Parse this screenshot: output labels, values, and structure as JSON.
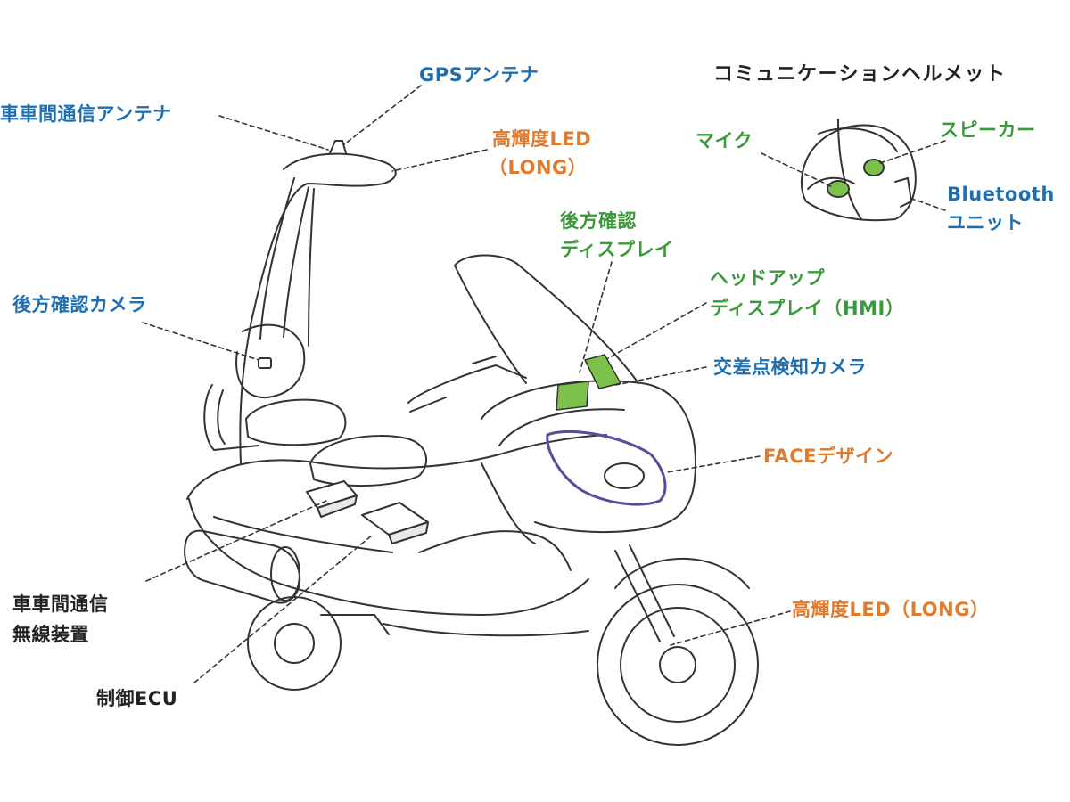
{
  "colors": {
    "blue": "#1f6fb0",
    "orange": "#e07a2c",
    "green": "#3a9a3a",
    "purple": "#5b4a9e",
    "screen_green": "#7cc24a",
    "line": "#333333"
  },
  "helmet": {
    "title": "コミュニケーションヘルメット",
    "mic": "マイク",
    "speaker": "スピーカー",
    "bluetooth_line1": "Bluetooth",
    "bluetooth_line2": "ユニット"
  },
  "labels": {
    "gps": "GPSアンテナ",
    "v2v_antenna": "車車間通信アンテナ",
    "led_top_line1": "高輝度LED",
    "led_top_line2": "（LONG）",
    "rear_display_line1": "後方確認",
    "rear_display_line2": "ディスプレイ",
    "hud_line1": "ヘッドアップ",
    "hud_line2": "ディスプレイ（HMI）",
    "rear_camera": "後方確認カメラ",
    "intersection_camera": "交差点検知カメラ",
    "face_design": "FACEデザイン",
    "v2v_radio_line1": "車車間通信",
    "v2v_radio_line2": "無線装置",
    "ecu": "制御ECU",
    "led_bottom": "高輝度LED（LONG）"
  }
}
